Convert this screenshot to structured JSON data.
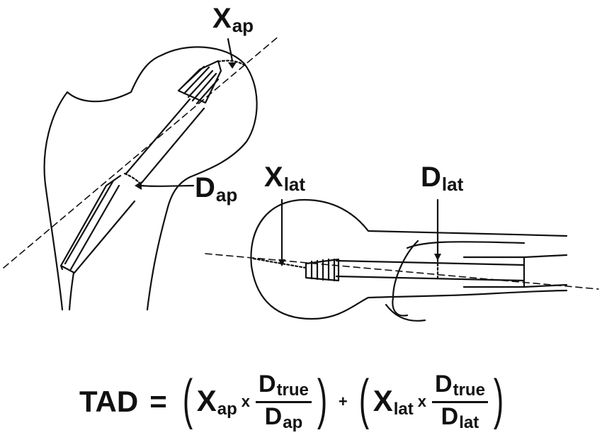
{
  "labels": {
    "x_ap": {
      "main": "X",
      "sub": "ap"
    },
    "d_ap": {
      "main": "D",
      "sub": "ap"
    },
    "x_lat": {
      "main": "X",
      "sub": "lat"
    },
    "d_lat": {
      "main": "D",
      "sub": "lat"
    }
  },
  "formula": {
    "lhs": "TAD",
    "equals": "=",
    "open_paren": "(",
    "close_paren": ")",
    "times": "x",
    "plus": "+",
    "term1": {
      "x_main": "X",
      "x_sub": "ap",
      "num_main": "D",
      "num_sub": "true",
      "den_main": "D",
      "den_sub": "ap"
    },
    "term2": {
      "x_main": "X",
      "x_sub": "lat",
      "num_main": "D",
      "num_sub": "true",
      "den_main": "D",
      "den_sub": "lat"
    }
  },
  "colors": {
    "ink": "#111111",
    "background": "#ffffff"
  }
}
